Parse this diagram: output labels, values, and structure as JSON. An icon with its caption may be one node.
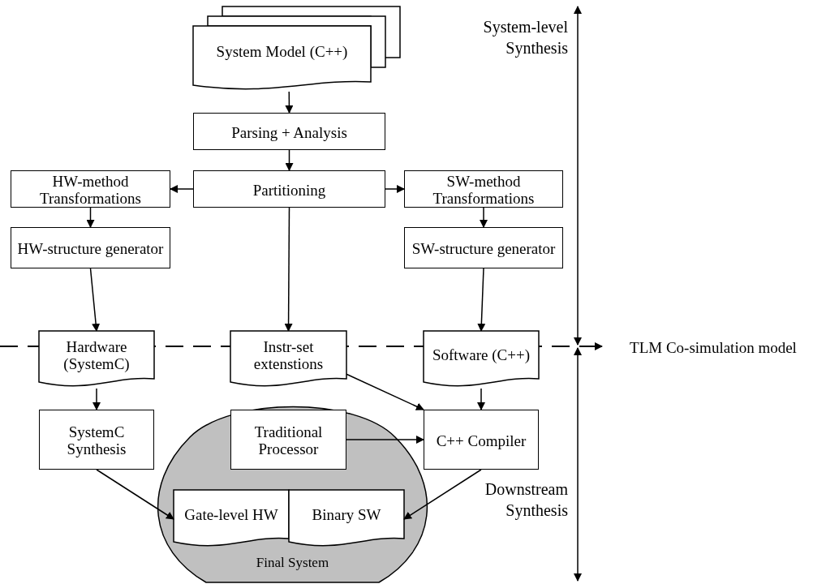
{
  "diagram": {
    "nodes": [
      {
        "text": [
          "System Model (C++)"
        ]
      },
      {
        "text": [
          "Parsing + Analysis"
        ]
      },
      {
        "text": [
          "Partitioning"
        ]
      },
      {
        "text": [
          "HW-method Transformations"
        ]
      },
      {
        "text": [
          "SW-method Transformations"
        ]
      },
      {
        "text": [
          "HW-structure generator"
        ]
      },
      {
        "text": [
          "SW-structure generator"
        ]
      },
      {
        "text": [
          "Hardware (SystemC)"
        ]
      },
      {
        "text": [
          "Instr-set extenstions"
        ]
      },
      {
        "text": [
          "Software (C++)"
        ]
      },
      {
        "text": [
          "Final System"
        ]
      },
      {
        "text": [
          "SystemC Synthesis"
        ]
      },
      {
        "text": [
          "Traditional Processor"
        ],
        "in": 10
      },
      {
        "text": [
          "C++ Compiler"
        ]
      },
      {
        "text": [
          "Gate-level HW"
        ],
        "in": 10
      },
      {
        "text": [
          "Binary SW"
        ],
        "in": 10
      },
      {
        "text": [
          "TLM Co-simulation model"
        ]
      }
    ],
    "edges": [
      {
        "from": 0,
        "to": 1,
        "arrow": "to"
      },
      {
        "from": 1,
        "to": 2,
        "arrow": "to"
      },
      {
        "from": 2,
        "to": 3,
        "arrow": "to"
      },
      {
        "from": 2,
        "to": 4,
        "arrow": "to"
      },
      {
        "from": 3,
        "to": 5,
        "arrow": "to"
      },
      {
        "from": 4,
        "to": 6,
        "arrow": "to"
      },
      {
        "from": 5,
        "to": 7,
        "arrow": "to"
      },
      {
        "from": 6,
        "to": 9,
        "arrow": "to"
      },
      {
        "from": 2,
        "to": 8,
        "arrow": "to"
      },
      {
        "from": 7,
        "to": 11,
        "arrow": "to"
      },
      {
        "from": 9,
        "to": 13,
        "arrow": "to"
      },
      {
        "from": 8,
        "to": 13,
        "arrow": "to"
      },
      {
        "from": 12,
        "to": 13,
        "arrow": "to"
      },
      {
        "from": 11,
        "to": 14,
        "arrow": "to"
      },
      {
        "from": 13,
        "to": 15,
        "arrow": "to"
      },
      {
        "from": null,
        "to": 16,
        "arrow": "to"
      }
    ],
    "labels": [
      "System-level Synthesis",
      "Downstream Synthesis"
    ]
  }
}
